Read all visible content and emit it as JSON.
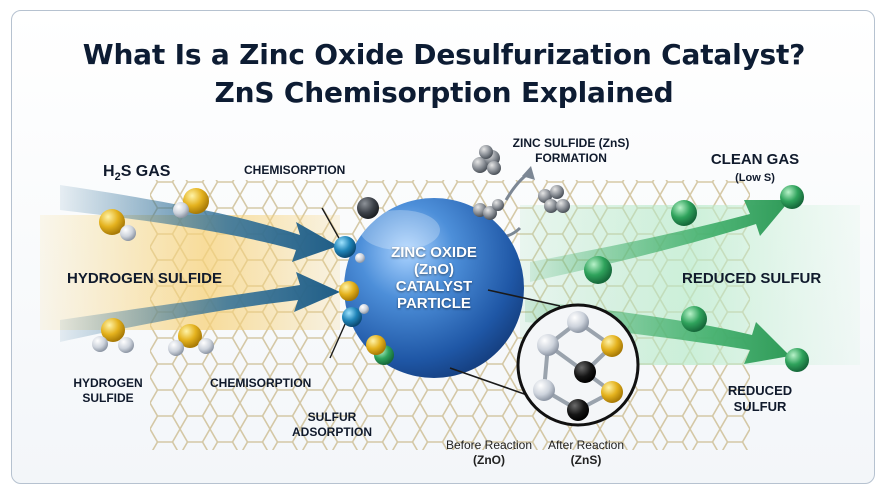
{
  "title": {
    "line1": "What Is a Zinc Oxide Desulfurization Catalyst?",
    "line2": "ZnS Chemisorption Explained"
  },
  "labels": {
    "h2s_gas_prefix": "H",
    "h2s_gas_sub": "2",
    "h2s_gas_suffix": "S GAS",
    "hydrogen_sulfide": "HYDROGEN SULFIDE",
    "hydrogen_sulfide_lower_line1": "HYDROGEN",
    "hydrogen_sulfide_lower_line2": "SULFIDE",
    "chemisorption_top": "CHEMISORPTION",
    "chemisorption_bottom": "CHEMISORPTION",
    "sulfur_adsorption_line1": "SULFUR",
    "sulfur_adsorption_line2": "ADSORPTION",
    "zns_formation_line1": "ZINC SULFIDE (ZnS)",
    "zns_formation_line2": "FORMATION",
    "clean_gas": "CLEAN GAS",
    "clean_gas_sub": "(Low S)",
    "reduced_sulfur_mid": "REDUCED SULFUR",
    "reduced_sulfur_lower_line1": "REDUCED",
    "reduced_sulfur_lower_line2": "SULFUR",
    "particle_line1": "ZINC OXIDE",
    "particle_line2": "(ZnO)",
    "particle_line3": "CATALYST",
    "particle_line4": "PARTICLE",
    "before_reaction": "Before Reaction",
    "before_formula": "(ZnO)",
    "after_reaction": "After Reaction",
    "after_formula": "(ZnS)"
  },
  "colors": {
    "title": "#0d1c33",
    "inlet_arrow": "#2f6f98",
    "outlet_arrow": "#3fae6a",
    "sulfur_atom": "#e7b520",
    "hydrogen_atom": "#d6dbe2",
    "zinc_atom": "#1e6e9e",
    "clean_gas_molecule": "#2fa35c",
    "particle": "#2f6fc0"
  }
}
